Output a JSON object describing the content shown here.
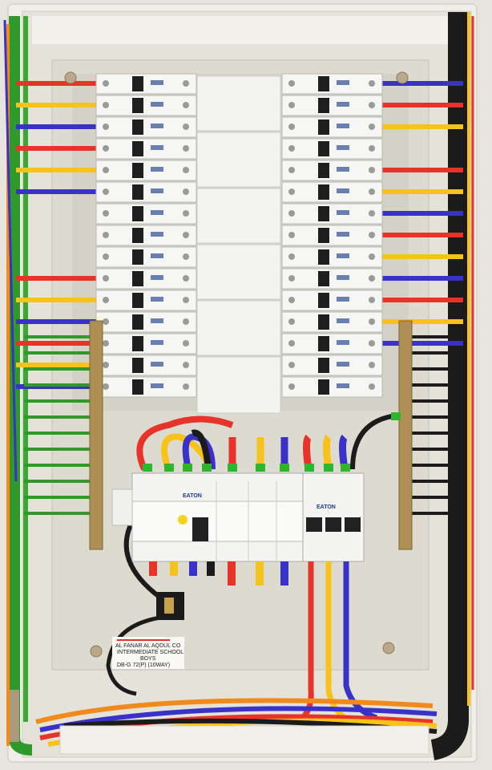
{
  "panel_label": {
    "lines": [
      "AL FANAR AL AQDUL CO",
      "INTERMEDIATE SCHOOL",
      "BOYS",
      "DB-G 72(P) (10WAY)"
    ]
  },
  "brand": "EATON",
  "colors": {
    "enclosure": "#ecebe5",
    "backplate": "#dedcd2",
    "red": "#e8332a",
    "yellow": "#f7c21a",
    "blue": "#3a32c8",
    "green": "#2f9a2a",
    "black": "#1b1b1b",
    "orange": "#f08a1c"
  },
  "breaker_rows": 15,
  "right_wire_colors": [
    "blue",
    "red",
    "yellow",
    "",
    "red",
    "yellow",
    "blue",
    "red",
    "yellow",
    "blue",
    "red",
    "yellow",
    "blue",
    "",
    ""
  ],
  "left_wire_colors": [
    "red",
    "yellow",
    "blue",
    "red",
    "yellow",
    "blue",
    "",
    "",
    "",
    "red",
    "yellow",
    "blue",
    "red",
    "yellow",
    "blue"
  ]
}
